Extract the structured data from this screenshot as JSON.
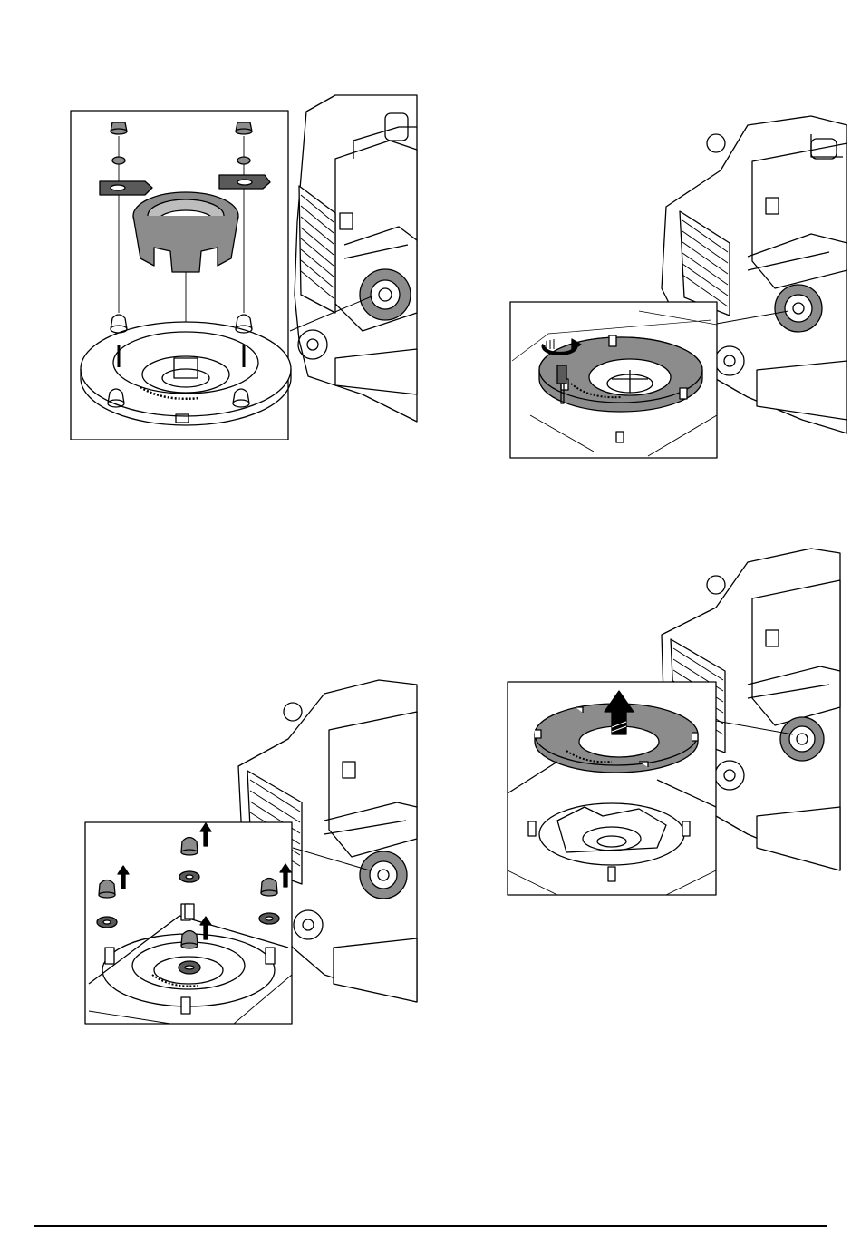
{
  "document": {
    "type": "service-manual-illustration-page",
    "colors": {
      "line": "#000000",
      "part_fill": "#8c8c8c",
      "part_dark": "#5a5a5a",
      "paper": "#ffffff"
    },
    "figures": [
      {
        "step": "remove-cover-and-clamps",
        "arrows": "none"
      },
      {
        "step": "unscrew-bolt",
        "arrows": "rotation"
      },
      {
        "step": "remove-cap-nuts",
        "arrows": "up-arrows"
      },
      {
        "step": "lift-off-flange-plate",
        "arrows": "up-arrow"
      }
    ]
  }
}
